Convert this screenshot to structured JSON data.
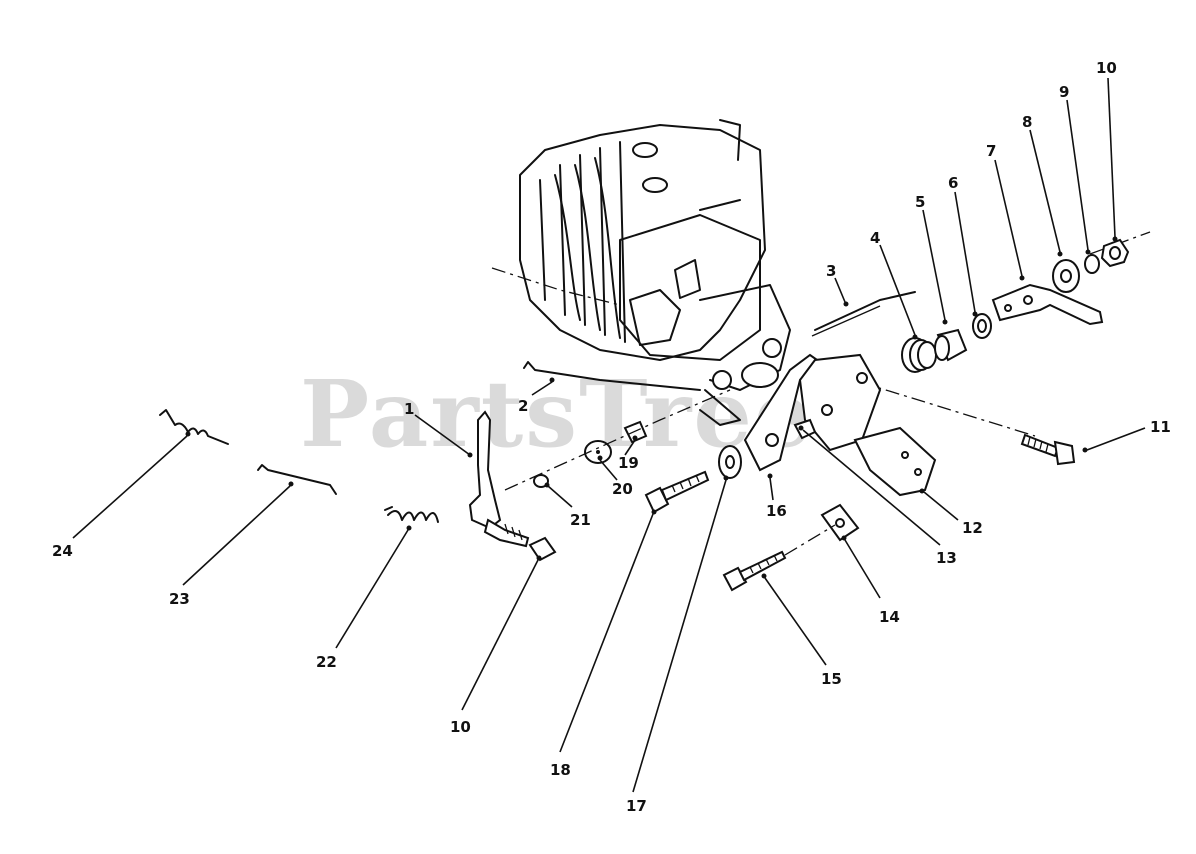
{
  "watermark": "PartsTree",
  "callouts": [
    {
      "id": "c1",
      "label": "1"
    },
    {
      "id": "c2",
      "label": "2"
    },
    {
      "id": "c3",
      "label": "3"
    },
    {
      "id": "c4",
      "label": "4"
    },
    {
      "id": "c5",
      "label": "5"
    },
    {
      "id": "c6",
      "label": "6"
    },
    {
      "id": "c7",
      "label": "7"
    },
    {
      "id": "c8",
      "label": "8"
    },
    {
      "id": "c9",
      "label": "9"
    },
    {
      "id": "c10a",
      "label": "10"
    },
    {
      "id": "c10b",
      "label": "10"
    },
    {
      "id": "c11",
      "label": "11"
    },
    {
      "id": "c12",
      "label": "12"
    },
    {
      "id": "c13",
      "label": "13"
    },
    {
      "id": "c14",
      "label": "14"
    },
    {
      "id": "c15",
      "label": "15"
    },
    {
      "id": "c16",
      "label": "16"
    },
    {
      "id": "c17",
      "label": "17"
    },
    {
      "id": "c18",
      "label": "18"
    },
    {
      "id": "c19",
      "label": "19"
    },
    {
      "id": "c20",
      "label": "20"
    },
    {
      "id": "c21",
      "label": "21"
    },
    {
      "id": "c22",
      "label": "22"
    },
    {
      "id": "c23",
      "label": "23"
    },
    {
      "id": "c24",
      "label": "24"
    }
  ]
}
